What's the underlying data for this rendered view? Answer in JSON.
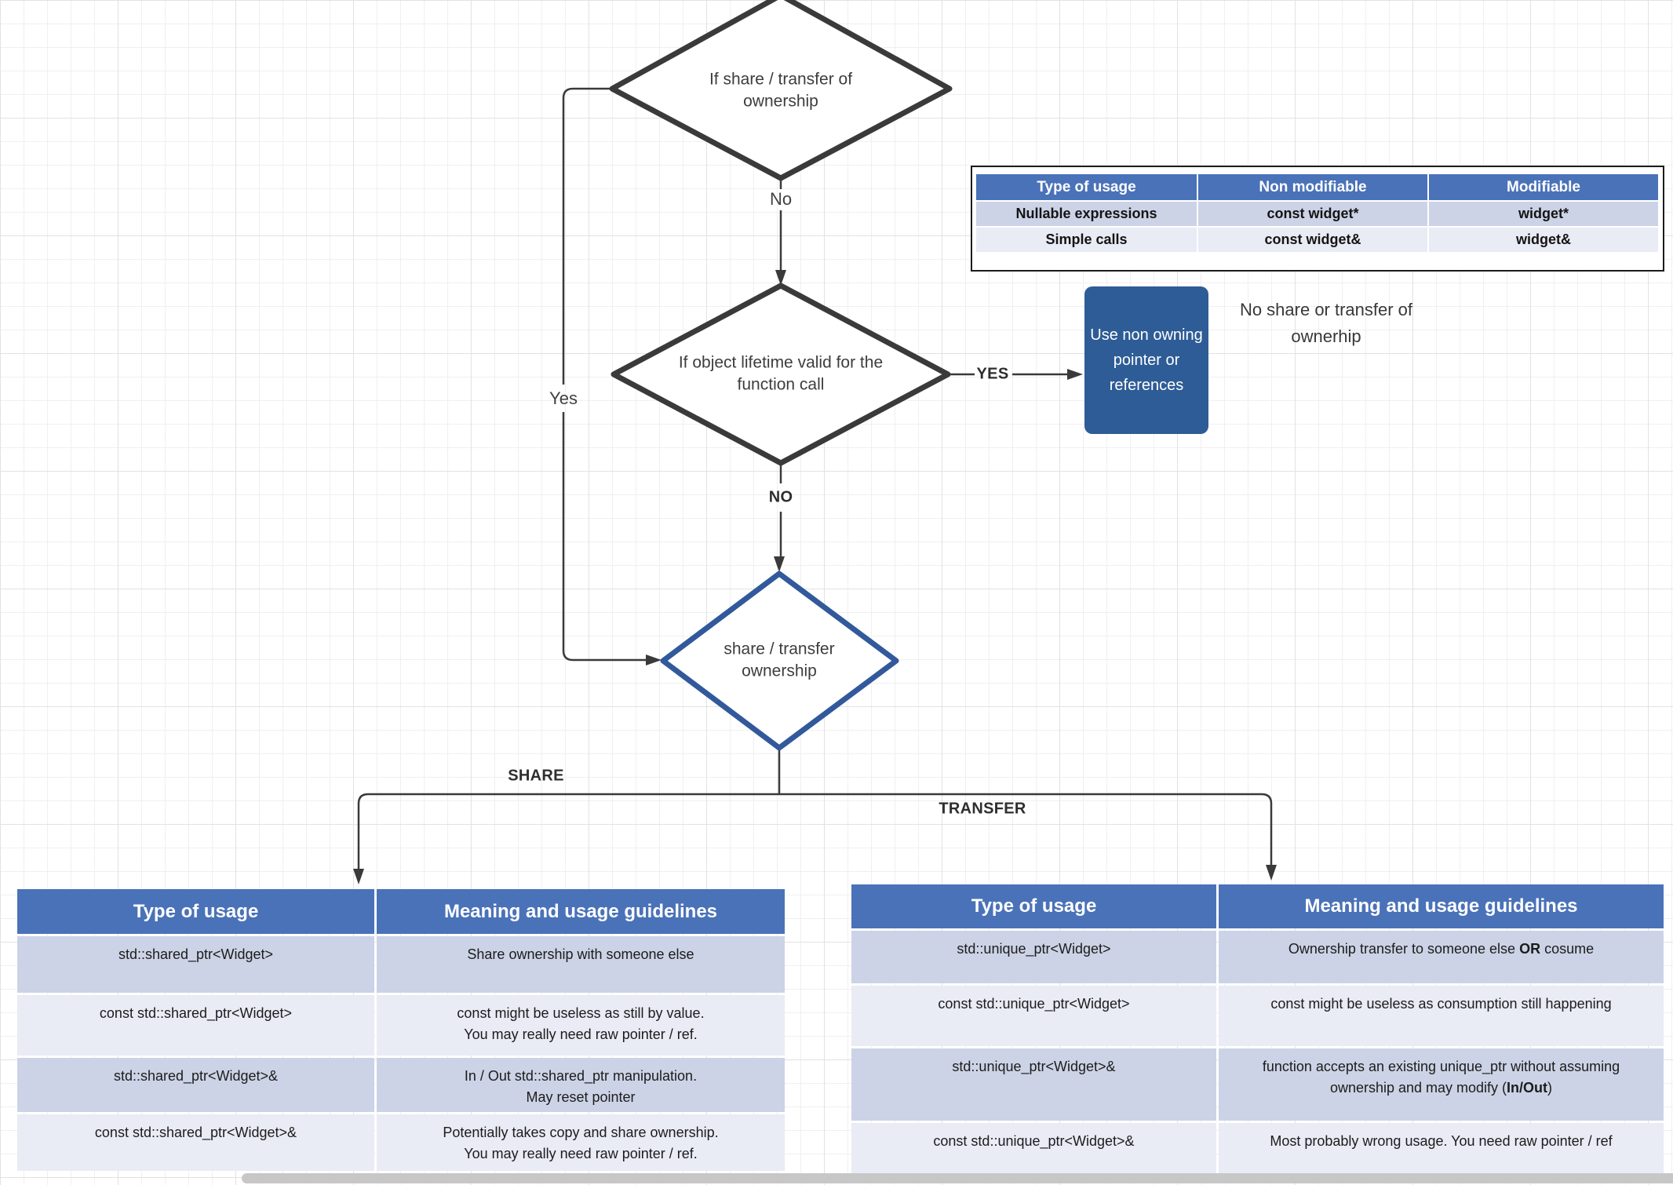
{
  "flow": {
    "d1": "If share / transfer of ownership",
    "d2": "If object lifetime valid for the function call",
    "d3": "share / transfer ownership",
    "no1": "No",
    "yes1": "Yes",
    "yes2": "YES",
    "no2": "NO",
    "share": "SHARE",
    "transfer": "TRANSFER",
    "action": "Use non owning pointer or references",
    "note": "No share or transfer of ownerhip"
  },
  "colors": {
    "node_border": "#3a3a3a",
    "decision_highlight": "#31599b",
    "action_fill": "#2e5c96",
    "table_header": "#4a72b8",
    "row_dark": "#ccd3e6",
    "row_light": "#e9ebf5"
  },
  "pointer_table": {
    "headers": [
      "Type of usage",
      "Non modifiable",
      "Modifiable"
    ],
    "rows": [
      [
        "Nullable expressions",
        "const widget*",
        "widget*"
      ],
      [
        "Simple calls",
        "const widget&",
        "widget&"
      ]
    ]
  },
  "share_table": {
    "headers": [
      "Type of usage",
      "Meaning and usage guidelines"
    ],
    "rows": [
      {
        "type": "std::shared_ptr<Widget>",
        "line1": "Share ownership with someone else",
        "line2": ""
      },
      {
        "type": "const std::shared_ptr<Widget>",
        "line1": "const might be useless as still by value.",
        "line2": "You may really need raw pointer / ref."
      },
      {
        "type": "std::shared_ptr<Widget>&",
        "line1": "In / Out std::shared_ptr manipulation.",
        "line2": "May reset pointer"
      },
      {
        "type": "const std::shared_ptr<Widget>&",
        "line1": "Potentially takes copy and share ownership.",
        "line2": "You may really need raw pointer / ref."
      }
    ]
  },
  "transfer_table": {
    "headers": [
      "Type of usage",
      "Meaning and usage guidelines"
    ],
    "rows": [
      {
        "type": "std::unique_ptr<Widget>",
        "pre": "Ownership transfer to someone else ",
        "bold": "OR",
        "post": " cosume"
      },
      {
        "type": "const std::unique_ptr<Widget>",
        "pre": "const might be useless as consumption still happening",
        "bold": "",
        "post": ""
      },
      {
        "type": "std::unique_ptr<Widget>&",
        "pre": "function accepts an existing unique_ptr without assuming ownership and may modify (",
        "bold": "In/Out",
        "post": ")"
      },
      {
        "type": "const std::unique_ptr<Widget>&",
        "pre": "Most probably wrong usage. You need raw pointer / ref",
        "bold": "",
        "post": ""
      }
    ]
  }
}
